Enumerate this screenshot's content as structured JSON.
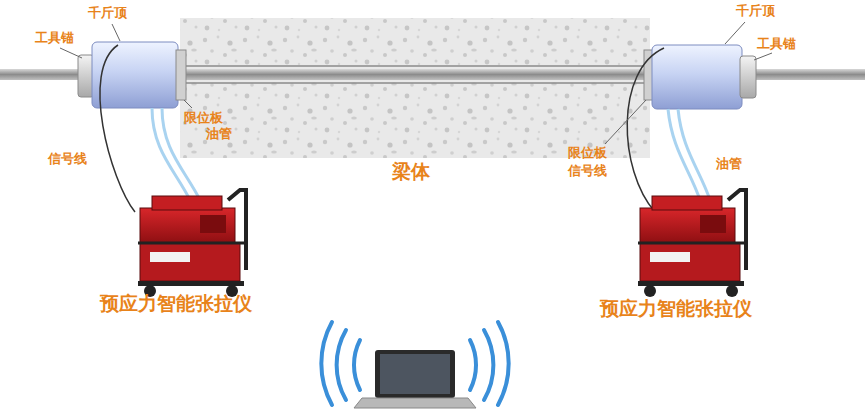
{
  "diagram": {
    "labels": [
      "工具锚",
      "千斤顶",
      "千斤顶",
      "工具锚",
      "信号线",
      "限位板",
      "油管",
      "梁体",
      "限位板",
      "信号线",
      "油管",
      "预应力智能张拉仪",
      "预应力智能张拉仪"
    ]
  }
}
